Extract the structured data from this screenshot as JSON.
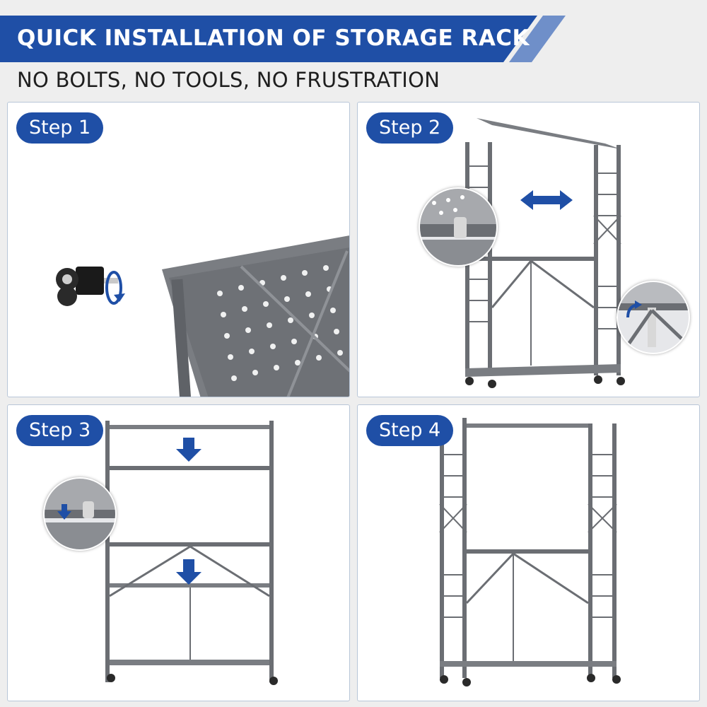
{
  "header": {
    "title": "QUICK INSTALLATION OF STORAGE RACK",
    "subtitle": "NO BOLTS,  NO TOOLS,  NO FRUSTRATION"
  },
  "steps": [
    {
      "label": "Step 1"
    },
    {
      "label": "Step 2"
    },
    {
      "label": "Step 3"
    },
    {
      "label": "Step 4"
    }
  ],
  "colors": {
    "banner_blue": "#1f4fa6",
    "banner_light": "#6f8fc9",
    "arrow_blue": "#1f4fa6",
    "rack_gray": "#6b6e73",
    "background": "#eeeeee"
  },
  "icons": [
    "caster-wheel-icon",
    "rotate-arrow-icon",
    "double-arrow-icon",
    "down-arrow-icon",
    "curved-arrow-icon"
  ]
}
